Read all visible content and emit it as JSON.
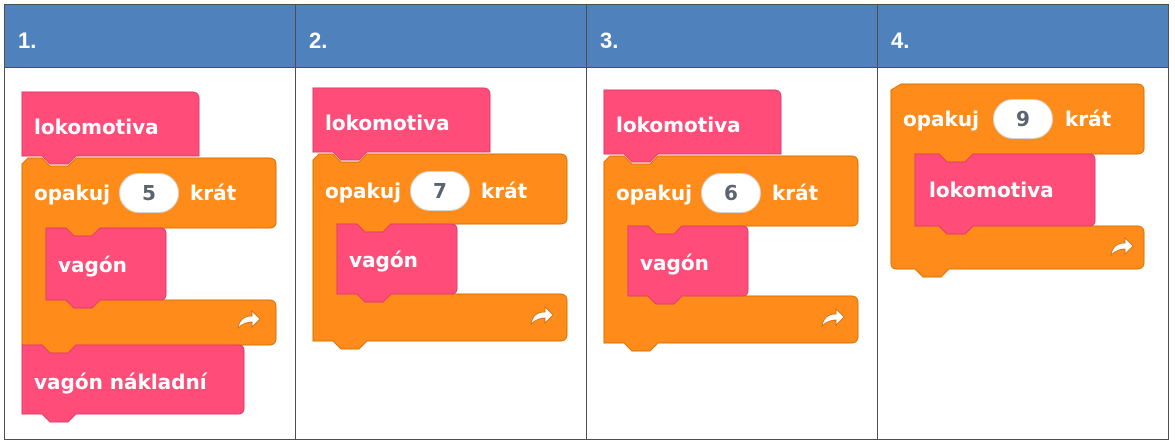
{
  "headers": [
    "1.",
    "2.",
    "3.",
    "4."
  ],
  "colors": {
    "header_bg": "#4f81bd",
    "looks_block": "#ff4c78",
    "control_block": "#ff8c1a",
    "control_border": "#d97400",
    "looks_border": "#e23f68"
  },
  "icons": {
    "loop_end": "loop-arrow-icon"
  },
  "programs": [
    {
      "top_block": "lokomotiva",
      "loop": {
        "prefix": "opakuj",
        "count": "5",
        "suffix": "krát",
        "body": "vagón"
      },
      "after_block": "vagón nákladní"
    },
    {
      "top_block": "lokomotiva",
      "loop": {
        "prefix": "opakuj",
        "count": "7",
        "suffix": "krát",
        "body": "vagón"
      }
    },
    {
      "top_block": "lokomotiva",
      "loop": {
        "prefix": "opakuj",
        "count": "6",
        "suffix": "krát",
        "body": "vagón"
      }
    },
    {
      "loop": {
        "prefix": "opakuj",
        "count": "9",
        "suffix": "krát",
        "body": "lokomotiva"
      }
    }
  ]
}
